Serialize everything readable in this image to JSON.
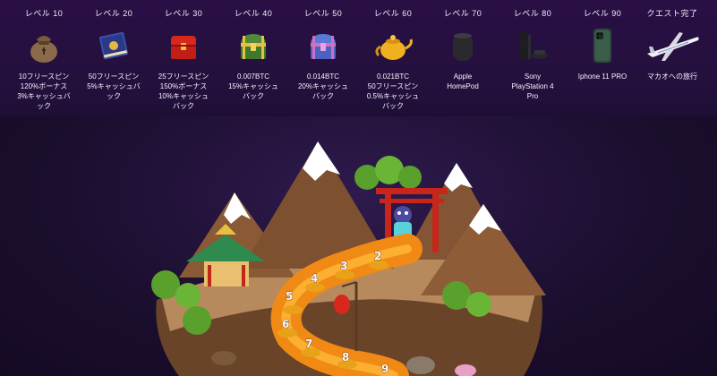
{
  "rewards": [
    {
      "level": "レベル 10",
      "icon": "money-bag-icon",
      "desc": "10フリースピン\n120%ボーナス\n3%キャッシュバ\nック"
    },
    {
      "level": "レベル 20",
      "icon": "spellbook-icon",
      "desc": "50フリースピン\n5%キャッシュバ\nック"
    },
    {
      "level": "レベル 30",
      "icon": "red-chest-icon",
      "desc": "25フリースピン\n150%ボーナス\n10%キャッシュ\nバック"
    },
    {
      "level": "レベル 40",
      "icon": "gold-chest-icon",
      "desc": "0.007BTC\n15%キャッシュ\nバック"
    },
    {
      "level": "レベル 50",
      "icon": "blue-chest-icon",
      "desc": "0.014BTC\n20%キャッシュ\nバック"
    },
    {
      "level": "レベル 60",
      "icon": "teapot-icon",
      "desc": "0.021BTC\n50フリースピン\n0.5%キャッシュ\nバック"
    },
    {
      "level": "レベル 70",
      "icon": "homepod-icon",
      "desc": "Apple\nHomePod"
    },
    {
      "level": "レベル 80",
      "icon": "playstation-icon",
      "desc": "Sony\nPlayStation 4\nPro"
    },
    {
      "level": "レベル 90",
      "icon": "iphone-icon",
      "desc": "Iphone 11 PRO"
    },
    {
      "level": "クエスト完了",
      "icon": "airplane-icon",
      "desc": "マカオへの旅行"
    }
  ],
  "map": {
    "nodes": [
      "2",
      "3",
      "4",
      "5",
      "6",
      "7",
      "8",
      "9"
    ]
  },
  "colors": {
    "lava": "#f08a14",
    "lava_light": "#ffb838",
    "mountain": "#8a5a36",
    "snow": "#ffffff",
    "grass": "#5aa02c",
    "torii": "#c8261b",
    "background": "#1a0b2c"
  }
}
